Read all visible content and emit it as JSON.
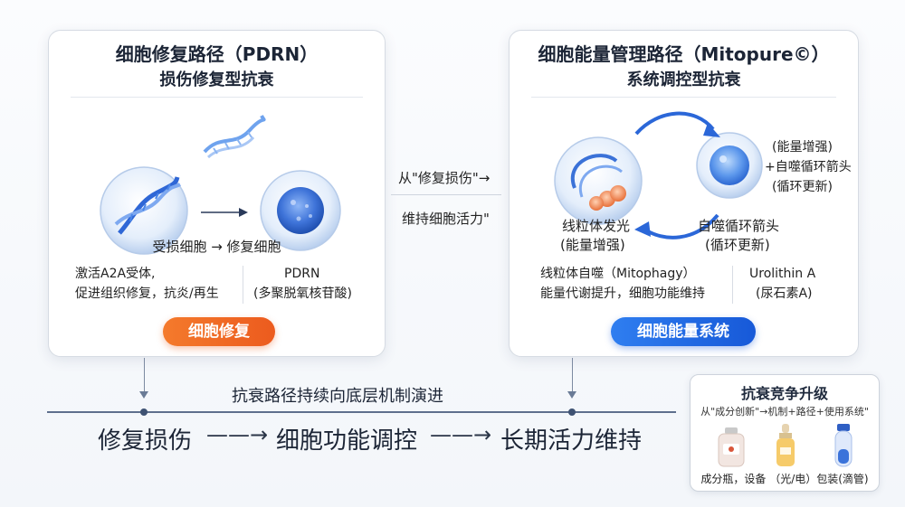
{
  "left_panel": {
    "title": "细胞修复路径（PDRN）",
    "subtitle": "损伤修复型抗衰",
    "caption": "受损细胞 → 修复细胞",
    "desc_line1": "激活A2A受体,",
    "desc_line2": "促进组织修复，抗炎/再生",
    "ingredient_name": "PDRN",
    "ingredient_detail": "(多聚脱氧核苷酸)",
    "badge": "细胞修复"
  },
  "middle": {
    "line1": "从\"修复损伤\"→",
    "line2": "维持细胞活力\""
  },
  "right_panel": {
    "title": "细胞能量管理路径（Mitopure©）",
    "subtitle": "系统调控型抗衰",
    "right_label_line1": "(能量增强)",
    "right_label_line2": "+自噬循环箭头",
    "right_label_line3": "(循环更新)",
    "left_caption_line1": "线粒体发光",
    "left_caption_line2": "(能量增强)",
    "right_caption_line1": "自噬循环箭头",
    "right_caption_line2": "(循环更新)",
    "desc_line1": "线粒体自噬（Mitophagy）",
    "desc_line2": "能量代谢提升，细胞功能维持",
    "ingredient_name": "Urolithin A",
    "ingredient_detail": "(尿石素A)",
    "badge": "细胞能量系统"
  },
  "timeline": {
    "title": "抗衰路径持续向底层机制演进",
    "stages": [
      "修复损伤",
      "细胞功能调控",
      "长期活力维持"
    ],
    "arrow": "——→"
  },
  "upgrade_box": {
    "title": "抗衰竞争升级",
    "subtitle": "从\"成分创新\"→机制+路径+使用系统\"",
    "caption": "成分瓶，设备 （光/电）包装(滴管)"
  },
  "colors": {
    "orange": "#ec5b1e",
    "blue": "#1759d8",
    "cell_blue": "#3f7fe0",
    "dna_blue": "#4a8ae8"
  },
  "icons": [
    "dna-cell-icon",
    "repaired-cell-icon",
    "dna-strand-icon",
    "mitochondria-cell-icon",
    "energy-cell-icon",
    "cycle-arrow-icon",
    "serum-jar-icon",
    "dropper-bottle-icon",
    "tube-bottle-icon"
  ]
}
